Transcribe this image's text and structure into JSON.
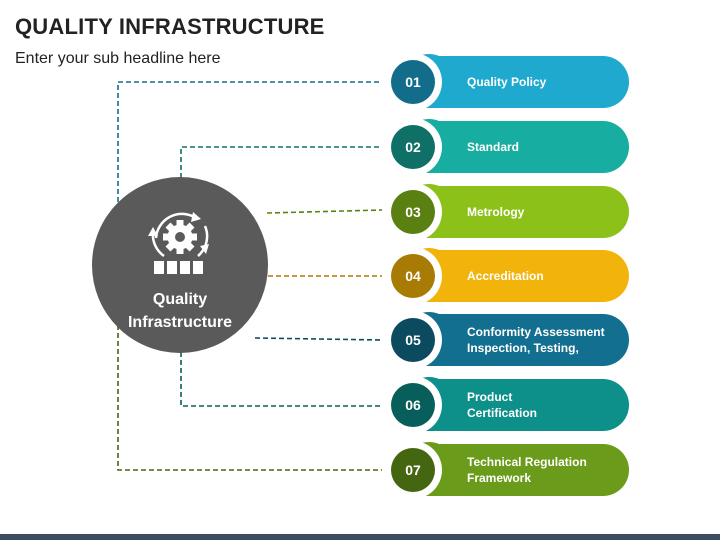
{
  "title": "QUALITY INFRASTRUCTURE",
  "subtitle": "Enter your sub headline here",
  "hub": {
    "label_line1": "Quality",
    "label_line2": "Infrastructure",
    "color": "#5a5a5a",
    "icon": "gear-cycle-icon"
  },
  "items": [
    {
      "number": "01",
      "lines": [
        "Quality Policy"
      ],
      "color": "#1fa9cf",
      "dark": "#136d8a"
    },
    {
      "number": "02",
      "lines": [
        "Standard"
      ],
      "color": "#17ada0",
      "dark": "#0e7067"
    },
    {
      "number": "03",
      "lines": [
        "Metrology"
      ],
      "color": "#8cc11a",
      "dark": "#5a8011"
    },
    {
      "number": "04",
      "lines": [
        "Accreditation"
      ],
      "color": "#f2b40b",
      "dark": "#a87b05"
    },
    {
      "number": "05",
      "lines": [
        "Conformity Assessment",
        "Inspection, Testing,"
      ],
      "color": "#136f8f",
      "dark": "#0c4a60"
    },
    {
      "number": "06",
      "lines": [
        "Product",
        "Certification"
      ],
      "color": "#0d8f8a",
      "dark": "#085e5a"
    },
    {
      "number": "07",
      "lines": [
        "Technical Regulation",
        "Framework"
      ],
      "color": "#6b9b1a",
      "dark": "#446611"
    }
  ]
}
